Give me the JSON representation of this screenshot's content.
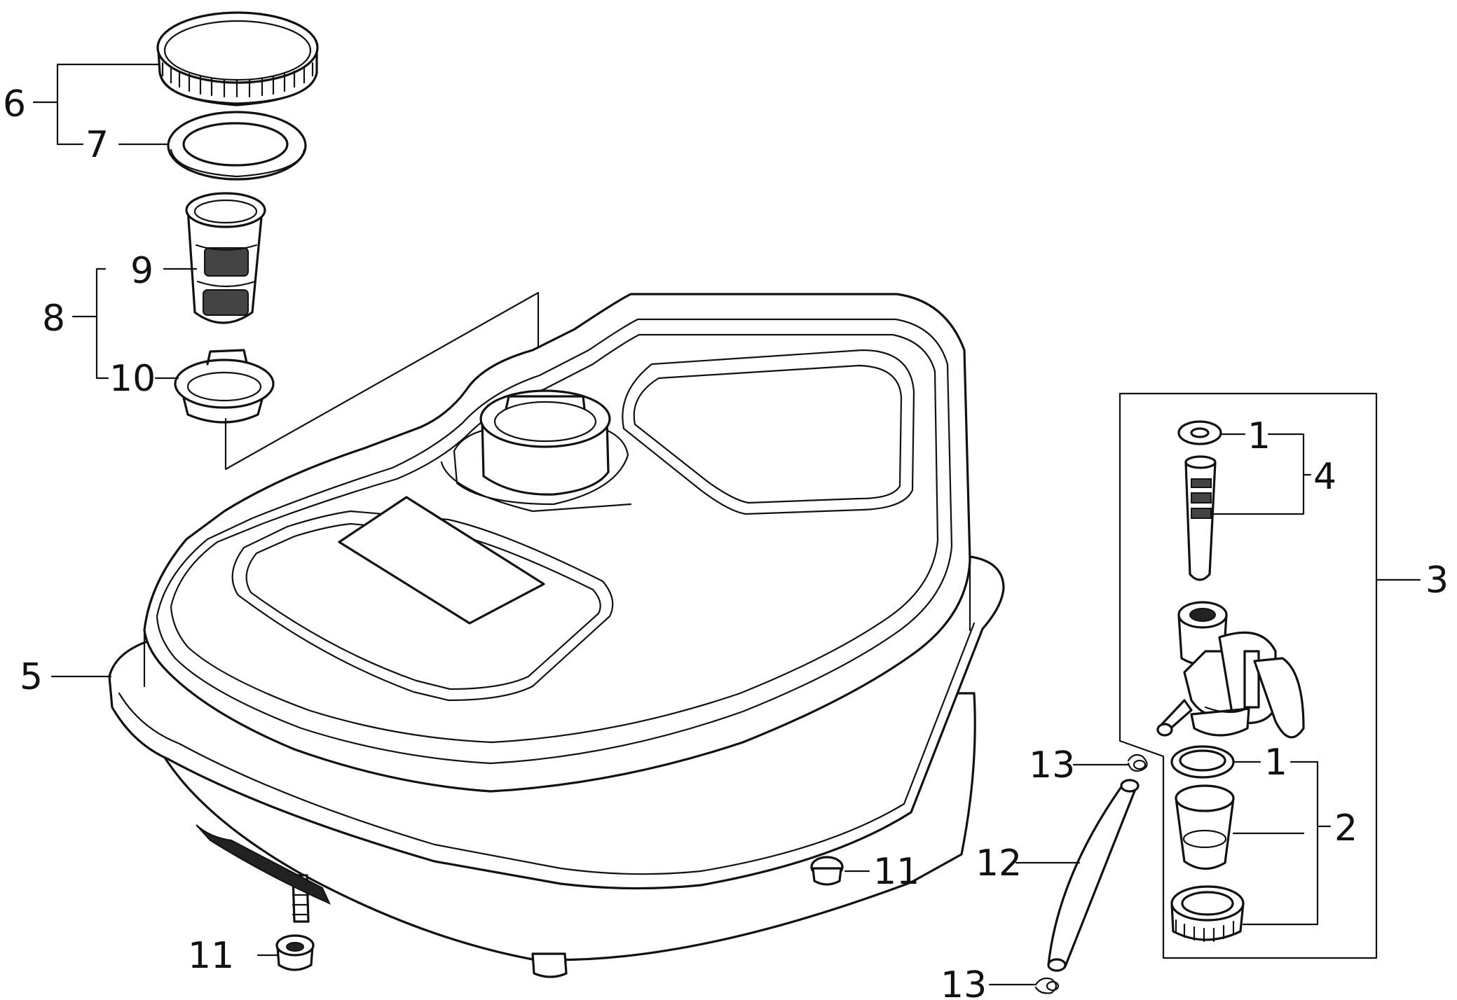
{
  "callouts": {
    "c1a": "1",
    "c1b": "1",
    "c2": "2",
    "c3": "3",
    "c4": "4",
    "c5": "5",
    "c6": "6",
    "c7": "7",
    "c8": "8",
    "c9": "9",
    "c10": "10",
    "c11a": "11",
    "c11b": "11",
    "c12": "12",
    "c13a": "13",
    "c13b": "13"
  }
}
